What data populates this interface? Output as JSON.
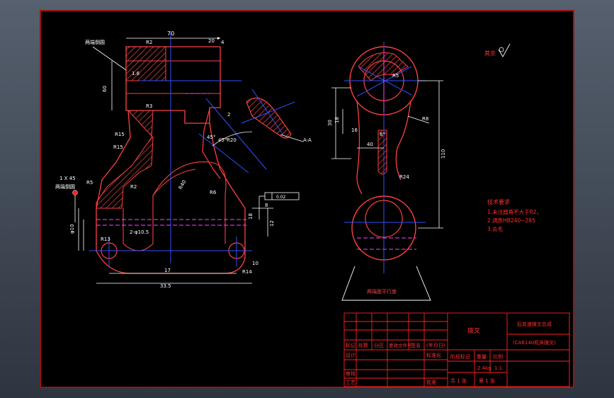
{
  "colors": {
    "frame": "#ff2020",
    "outline": "#ffffff",
    "center_line": "#3050ff",
    "dimension": "#ffffff",
    "hatch": "#ff4040",
    "magenta": "#ff40ff",
    "note": "#ff3030"
  },
  "drawing": {
    "left_view": {
      "dims": {
        "top_width": "70",
        "top_small": "20",
        "hole_note": "两端倒圆",
        "d1": "1.6",
        "d2": "60",
        "r_top": "R2",
        "r_mid": "R3",
        "r_low": "R15",
        "r_fillet": "R2",
        "chamfer": "1 X 45",
        "chamfer_note": "两端倒圆",
        "d3": "R5",
        "d4": "φ10",
        "d5": "2-φ10.5",
        "d6": "R13",
        "d7": "R14",
        "d8": "10",
        "d9": "4",
        "d10": "2",
        "bottom_inner": "17",
        "bottom_total": "33.5",
        "angle": "45°",
        "r_arm": "R40",
        "r_arm2": "R6",
        "tol_label": "0.02",
        "height_a": "8",
        "height_b": "12",
        "section": "R20",
        "section_note": "A-A",
        "side_h": "18"
      }
    },
    "right_view": {
      "dims": {
        "h_total": "110",
        "h_top": "30",
        "h_mid": "18",
        "h_small": "16",
        "w_arm": "40",
        "r_big": "R24",
        "r_arc": "R5",
        "angle": "8°",
        "r_mid": "R8",
        "bottom_note": "两端面平行度"
      }
    },
    "roughness_note": "其余"
  },
  "tech_notes": {
    "title": "技术要求",
    "items": [
      "1.未注圆角不大于R2。",
      "2.调质HB240~285",
      "3.去毛"
    ]
  },
  "title_block": {
    "part_name": "拨叉",
    "drawing_name": "后变速拨叉总成",
    "drawing_code": "(CA6140机床拨叉)",
    "row_labels": [
      "标记",
      "处数",
      "分区",
      "更改文件号",
      "签名",
      "(年月日)"
    ],
    "design": "设计",
    "standard": "标准化",
    "stage": "阶段标记",
    "weight": "重量",
    "scale": "比例",
    "weight_val": "2.4kg",
    "scale_val": "1:1",
    "review": "审核",
    "process": "工艺",
    "approve": "批准",
    "sheet_total": "共 1 张",
    "sheet_no": "第 1 张"
  }
}
